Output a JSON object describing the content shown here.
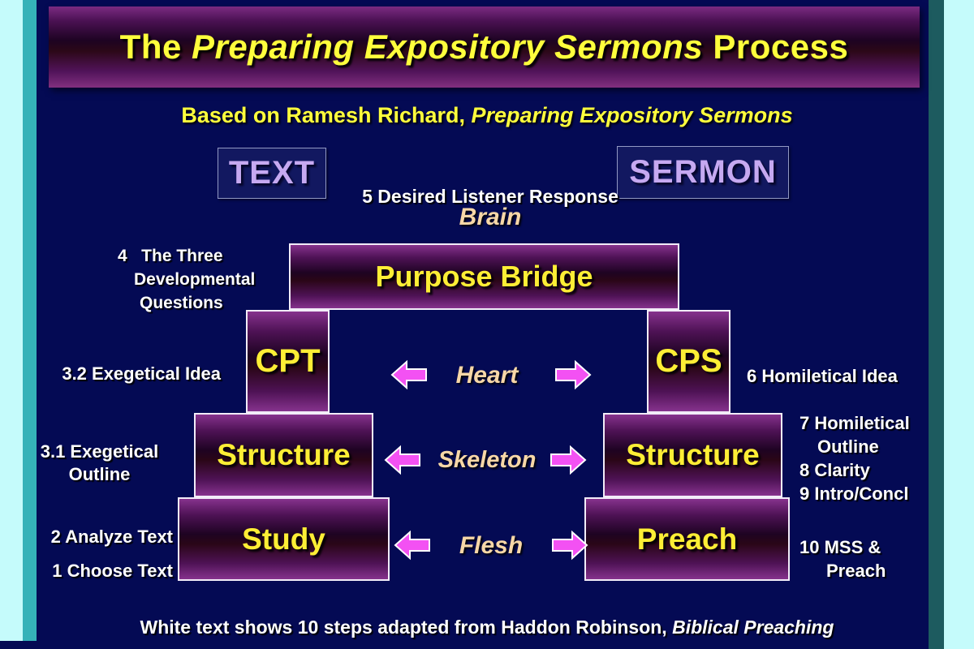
{
  "slide": {
    "title": {
      "pre": "The ",
      "italic": "Preparing Expository Sermons",
      "post": " Process"
    },
    "subtitle": {
      "pre": "Based on Ramesh Richard, ",
      "italic": "Preparing Expository Sermons"
    },
    "headers": {
      "left": "TEXT",
      "right": "SERMON"
    },
    "top_step": "5 Desired Listener Response",
    "keywords": {
      "top": "Brain",
      "row1": "Heart",
      "row2": "Skeleton",
      "row3": "Flesh"
    },
    "boxes": {
      "bridge": "Purpose Bridge",
      "row1_left": "CPT",
      "row1_right": "CPS",
      "row2_left": "Structure",
      "row2_right": "Structure",
      "row3_left": "Study",
      "row3_right": "Preach"
    },
    "steps": {
      "s4_line1": "4   The Three",
      "s4_line2": "Developmental",
      "s4_line3": "Questions",
      "s32": "3.2 Exegetical Idea",
      "s31_line1": "3.1 Exegetical",
      "s31_line2": "Outline",
      "s2": "2 Analyze Text",
      "s1": "1 Choose Text",
      "s6": "6 Homiletical Idea",
      "s7_line1": "7 Homiletical",
      "s7_line2": "Outline",
      "s8": "8 Clarity",
      "s9": "9 Intro/Concl",
      "s10_line1": "10 MSS &",
      "s10_line2": "Preach"
    },
    "footer": {
      "pre": "White text shows 10 steps adapted from Haddon Robinson, ",
      "italic": "Biblical Preaching"
    },
    "colors": {
      "background_navy": "#040a54",
      "frame_cyan": "#c5fbfb",
      "frame_teal_left": "#35b2b8",
      "frame_teal_right": "#1d5b5f",
      "box_purple_light": "#86328d",
      "box_purple_dark": "#1e0322",
      "box_border": "#f2ecf8",
      "title_yellow": "#ffff3c",
      "label_yellow": "#fdee35",
      "header_lavender": "#c6a9f1",
      "keyword_peach": "#f7d7a7",
      "note_white": "#ffffff",
      "arrow_pink": "#f351f3"
    }
  }
}
